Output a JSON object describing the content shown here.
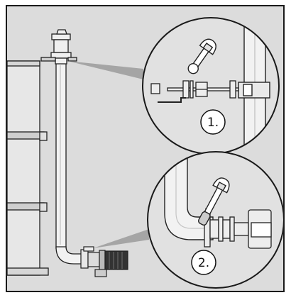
{
  "diagram": {
    "steps": [
      {
        "label": "1.",
        "description": "wrench-loosen-top-fitting"
      },
      {
        "label": "2.",
        "description": "wrench-loosen-pump-coupling"
      }
    ],
    "icons": [
      "wrench-icon",
      "hex-key-icon"
    ],
    "colors": {
      "frame_bg": "#dcdcdc",
      "frame_stroke": "#1a1a1a",
      "zoom_circle_bg": "#e1e1e1",
      "pipe_fill": "#f2f2f2",
      "pipe_stroke": "#222222",
      "tank_fill": "#e7e7e7",
      "motor_dark": "#333333"
    }
  }
}
